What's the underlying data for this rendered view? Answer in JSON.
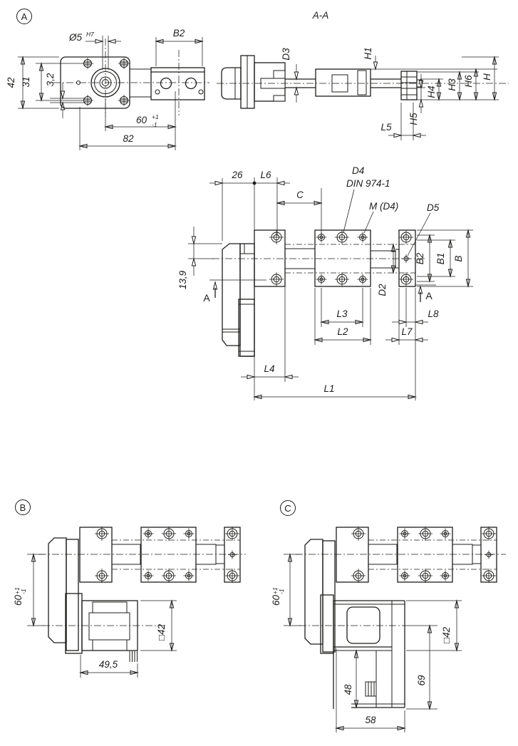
{
  "drawing": {
    "ink": "#1d1d1b",
    "background": "#ffffff",
    "view_a": {
      "label": "A",
      "dia_hole": "Ø5",
      "dia_hole_tol": "H7",
      "b2": "B2",
      "h42": "42",
      "h31": "31",
      "h32": "3,2",
      "d60": "60",
      "d60_plus": "+1",
      "d60_minus": "-1",
      "d82": "82"
    },
    "section_aa": {
      "title": "A-A",
      "d3": "D3",
      "h1": "H1",
      "h5": "H5",
      "h4": "H4",
      "h3": "H3",
      "h6": "H6",
      "h": "H",
      "l5": "L5"
    },
    "plan": {
      "d26": "26",
      "l6": "L6",
      "c": "C",
      "d4": "D4",
      "d4_norm": "DIN 974-1",
      "m_d4": "M (D4)",
      "d5": "D5",
      "b2": "B2",
      "b1": "B1",
      "b": "B",
      "d139": "13,9",
      "d2": "D2",
      "l3": "L3",
      "l2": "L2",
      "l7": "L7",
      "l8": "L8",
      "l4": "L4",
      "l1": "L1",
      "cut": "A"
    },
    "view_b": {
      "label": "B",
      "d60": "60",
      "d60_plus": "+1",
      "d60_minus": "-1",
      "sq42": "□42",
      "d495": "49,5"
    },
    "view_c": {
      "label": "C",
      "d60": "60",
      "d60_plus": "+1",
      "d60_minus": "-1",
      "sq42": "□42",
      "d69": "69",
      "d48": "48",
      "d58": "58"
    }
  }
}
